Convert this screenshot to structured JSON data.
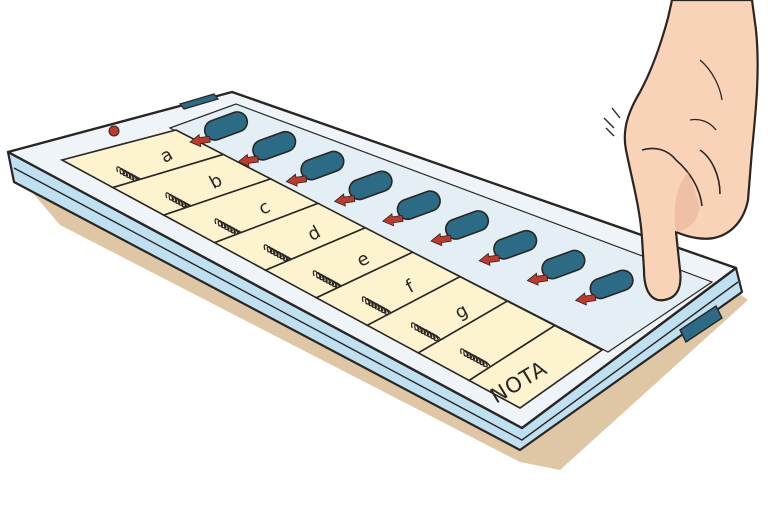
{
  "illustration": {
    "subject": "electronic-voting-machine-ballot-unit",
    "candidate_rows": [
      {
        "symbol": "scribble-symbol",
        "letter": "a"
      },
      {
        "symbol": "scribble-symbol",
        "letter": "b"
      },
      {
        "symbol": "scribble-symbol",
        "letter": "c"
      },
      {
        "symbol": "scribble-symbol",
        "letter": "d"
      },
      {
        "symbol": "scribble-symbol",
        "letter": "e"
      },
      {
        "symbol": "scribble-symbol",
        "letter": "f"
      },
      {
        "symbol": "scribble-symbol",
        "letter": "g"
      },
      {
        "symbol": "scribble-symbol",
        "letter": ""
      }
    ],
    "nota_label": "NOTA",
    "pressed_row": 9
  },
  "colors": {
    "machine_body": "#eef4f8",
    "machine_side": "#b9dcef",
    "label_panel": "#fdf3cf",
    "vote_button": "#2c6b85",
    "arrow": "#c0392b",
    "finger_skin": "#f9d3b8",
    "shadow": "#d3b48c",
    "outline": "#2a2522"
  }
}
